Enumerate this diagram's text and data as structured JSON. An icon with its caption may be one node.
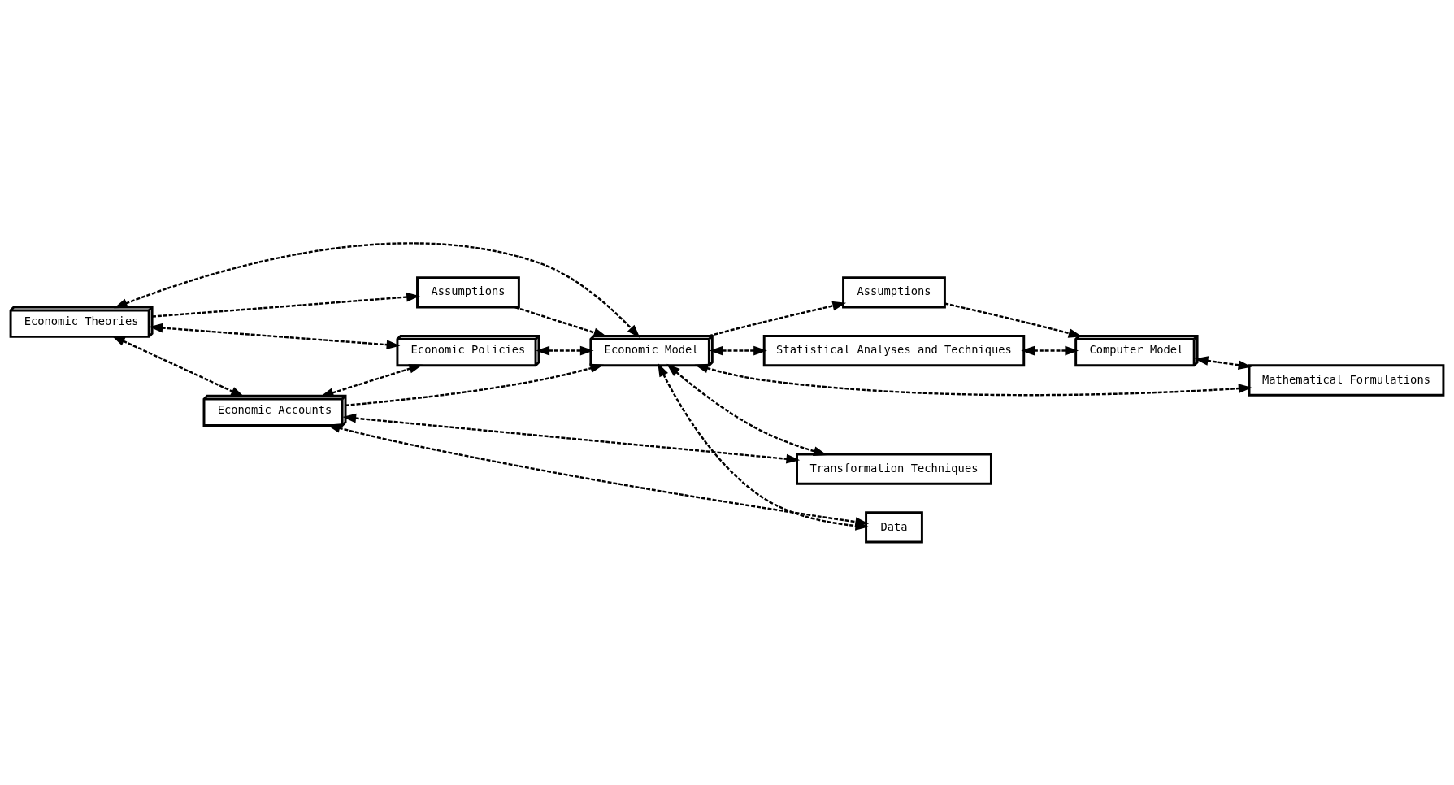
{
  "diagram": {
    "nodes": [
      {
        "text": [
          "Economic Theories"
        ]
      },
      {
        "text": [
          "Assumptions"
        ]
      },
      {
        "text": [
          "Statistical Analyses and Techniques"
        ]
      },
      {
        "text": [
          "Economic Policies"
        ]
      },
      {
        "text": [
          "Economic Model"
        ]
      },
      {
        "text": [
          "Assumptions"
        ]
      },
      {
        "text": [
          "Computer Model"
        ]
      },
      {
        "text": [
          "Economic Accounts"
        ]
      },
      {
        "text": [
          "Mathematical Formulations"
        ]
      },
      {
        "text": [
          "Transformation Techniques"
        ]
      },
      {
        "text": [
          "Data"
        ]
      }
    ],
    "edges": [
      {
        "from": 0,
        "to": 1,
        "arrow": "to",
        "style": "dashed"
      },
      {
        "from": 1,
        "to": 4,
        "arrow": "to",
        "style": "dashed"
      },
      {
        "from": 0,
        "to": 4,
        "arrow": "both",
        "style": "dashed"
      },
      {
        "from": 0,
        "to": 7,
        "arrow": "both",
        "style": "dashed"
      },
      {
        "from": 0,
        "to": 3,
        "arrow": "both",
        "style": "dashed"
      },
      {
        "from": 7,
        "to": 3,
        "arrow": "both",
        "style": "dashed"
      },
      {
        "from": 3,
        "to": 4,
        "arrow": "both",
        "style": "dashed"
      },
      {
        "from": 7,
        "to": 4,
        "arrow": "to",
        "style": "dashed"
      },
      {
        "from": 4,
        "to": 2,
        "arrow": "both",
        "style": "dashed"
      },
      {
        "from": 4,
        "to": 5,
        "arrow": "to",
        "style": "dashed"
      },
      {
        "from": 5,
        "to": 6,
        "arrow": "to",
        "style": "dashed"
      },
      {
        "from": 2,
        "to": 6,
        "arrow": "both",
        "style": "dashed"
      },
      {
        "from": 4,
        "to": 8,
        "arrow": "both",
        "style": "dashed"
      },
      {
        "from": 6,
        "to": 8,
        "arrow": "both",
        "style": "dashed"
      },
      {
        "from": 7,
        "to": 9,
        "arrow": "both",
        "style": "dashed"
      },
      {
        "from": 4,
        "to": 9,
        "arrow": "both",
        "style": "dashed"
      },
      {
        "from": 7,
        "to": 10,
        "arrow": "both",
        "style": "dashed"
      },
      {
        "from": 4,
        "to": 10,
        "arrow": "both",
        "style": "dashed"
      }
    ]
  }
}
